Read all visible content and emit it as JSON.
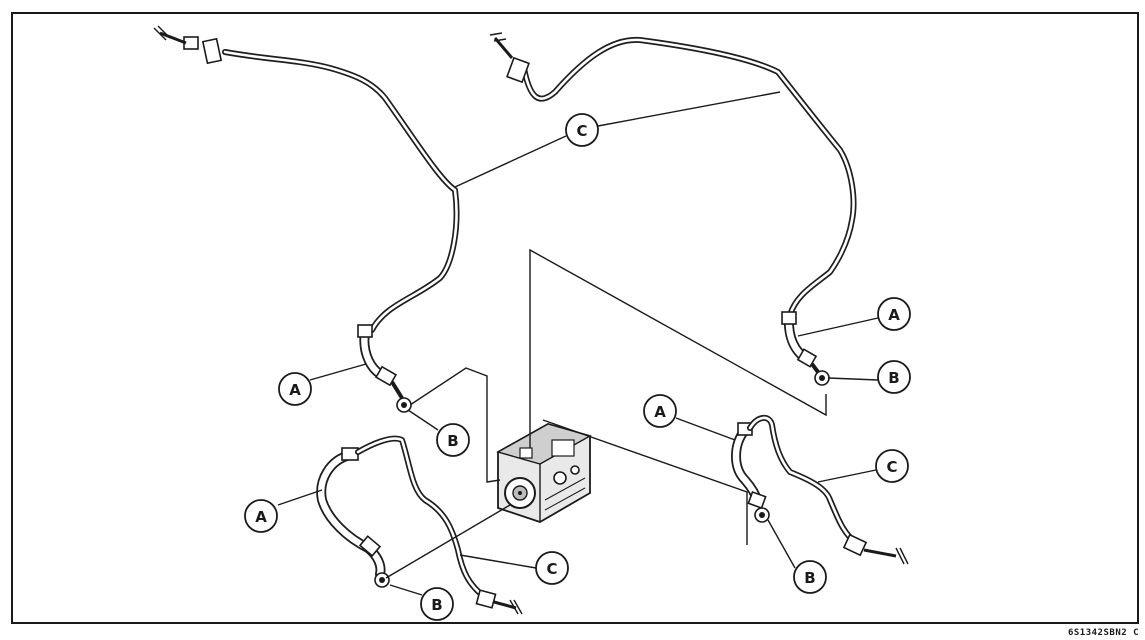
{
  "figure_code": "6S1342SBN2 C",
  "callouts": [
    {
      "label": "C"
    },
    {
      "label": "A"
    },
    {
      "label": "B"
    },
    {
      "label": "A"
    },
    {
      "label": "B"
    },
    {
      "label": "A"
    },
    {
      "label": "C"
    },
    {
      "label": "B"
    },
    {
      "label": "A"
    },
    {
      "label": "B"
    },
    {
      "label": "C"
    }
  ]
}
